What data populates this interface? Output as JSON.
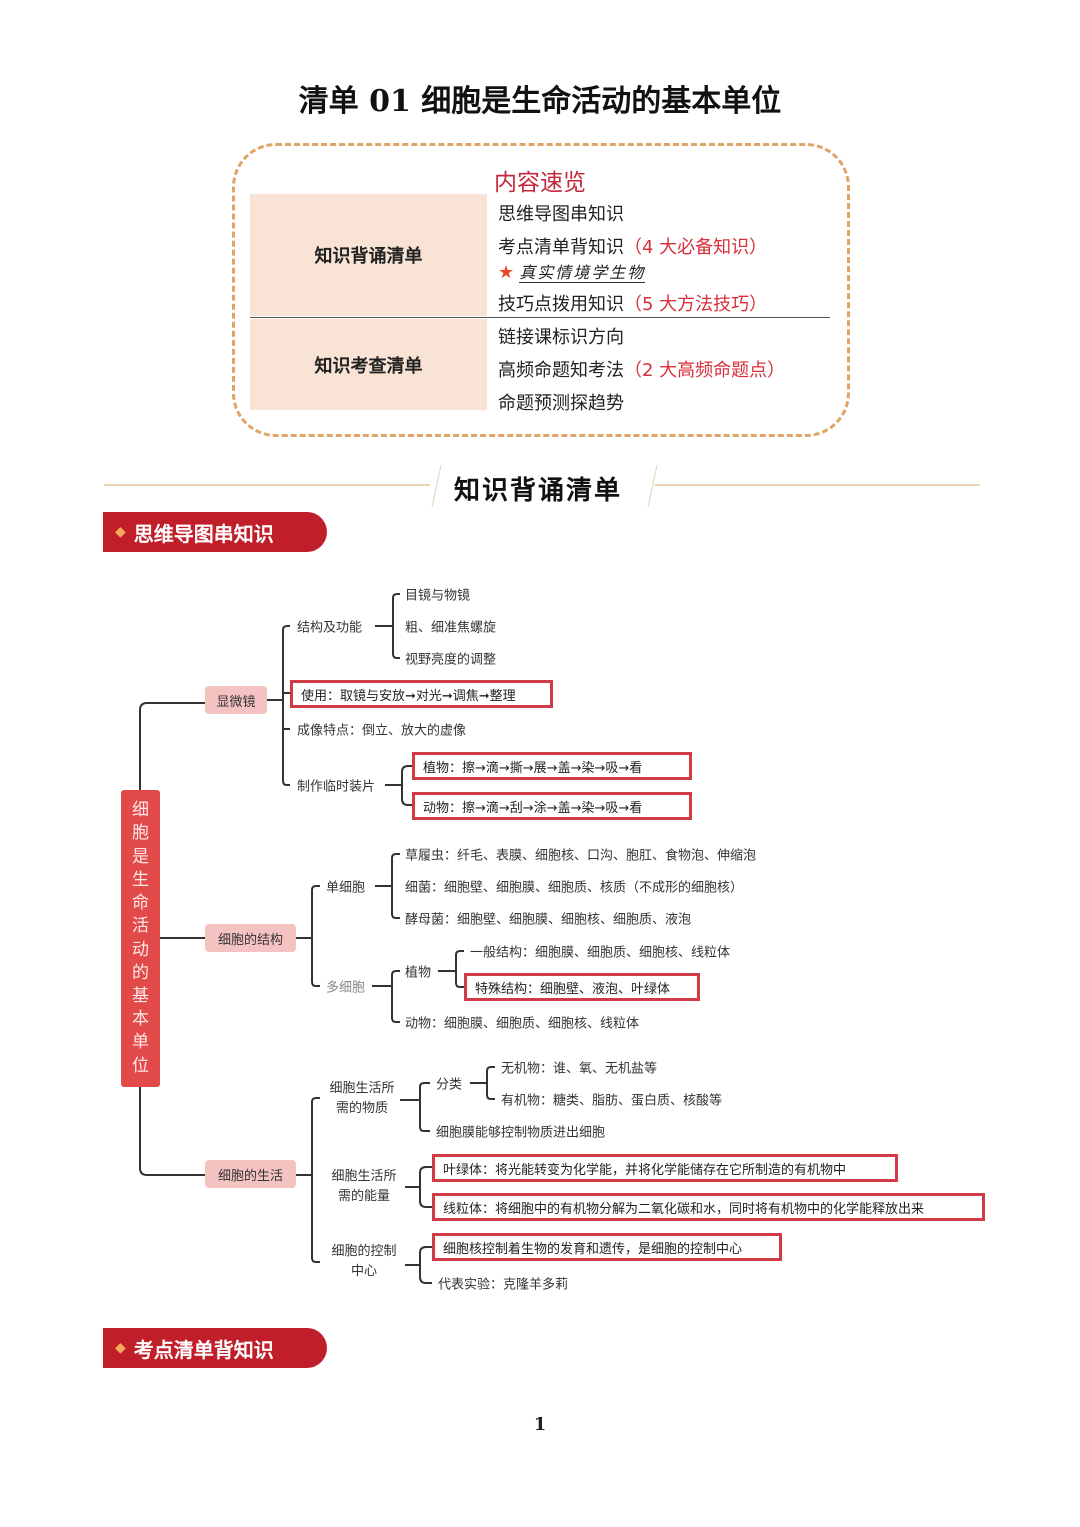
{
  "title": "清单 01  细胞是生命活动的基本单位",
  "overview": {
    "heading": "内容速览",
    "groups": [
      {
        "label": "知识背诵清单",
        "items": [
          {
            "text": "思维导图串知识",
            "note": ""
          },
          {
            "text": "考点清单背知识",
            "note": "（4 大必备知识）"
          },
          {
            "text": "真实情境学生物",
            "note": "",
            "icon": "star-icon"
          },
          {
            "text": "技巧点拨用知识",
            "note": "（5 大方法技巧）"
          }
        ]
      },
      {
        "label": "知识考查清单",
        "items": [
          {
            "text": "链接课标识方向",
            "note": ""
          },
          {
            "text": "高频命题知考法",
            "note": "（2 大高频命题点）"
          },
          {
            "text": "命题预测探趋势",
            "note": ""
          }
        ]
      }
    ]
  },
  "section_title": "知识背诵清单",
  "banners": [
    "思维导图串知识",
    "考点清单背知识"
  ],
  "mindmap": {
    "root": [
      "细",
      "胞",
      "是",
      "生",
      "命",
      "活",
      "动",
      "的",
      "基",
      "本",
      "单",
      "位"
    ],
    "microscope": {
      "label": "显微镜",
      "structure": "结构及功能",
      "structure_items": [
        "目镜与物镜",
        "粗、细准焦螺旋",
        "视野亮度的调整"
      ],
      "use": "使用：取镜与安放➞对光➞调焦➞整理",
      "imaging": "成像特点：倒立、放大的虚像",
      "slides": "制作临时装片",
      "slide_items": [
        "植物：擦→滴→撕→展→盖→染→吸→看",
        "动物：擦→滴→刮→涂→盖→染→吸→看"
      ]
    },
    "structure": {
      "label": "细胞的结构",
      "single": "单细胞",
      "single_items": [
        "草履虫：纤毛、表膜、细胞核、口沟、胞肛、食物泡、伸缩泡",
        "细菌：细胞壁、细胞膜、细胞质、核质（不成形的细胞核）",
        "酵母菌：细胞壁、细胞膜、细胞核、细胞质、液泡"
      ],
      "multi": "多细胞",
      "plant": "植物",
      "plant_items": [
        "一般结构：细胞膜、细胞质、细胞核、线粒体",
        "特殊结构：细胞壁、液泡、叶绿体"
      ],
      "animal": "动物：细胞膜、细胞质、细胞核、线粒体"
    },
    "life": {
      "label": "细胞的生活",
      "matter": [
        "细胞生活所",
        "需的物质"
      ],
      "classify": "分类",
      "classify_items": [
        "无机物：谁、氧、无机盐等",
        "有机物：糖类、脂肪、蛋白质、核酸等"
      ],
      "membrane": "细胞膜能够控制物质进出细胞",
      "energy": [
        "细胞生活所",
        "需的能量"
      ],
      "energy_items": [
        "叶绿体：将光能转变为化学能，并将化学能储存在它所制造的有机物中",
        "线粒体：将细胞中的有机物分解为二氧化碳和水，同时将有机物中的化学能释放出来"
      ],
      "control": [
        "细胞的控制",
        "中心"
      ],
      "control_items": [
        "细胞核控制着生物的发育和遗传，是细胞的控制中心",
        "代表实验：克隆羊多莉"
      ]
    }
  },
  "page_number": "1",
  "colors": {
    "accent_red": "#c01f2a",
    "node_pink": "#f5c2c2",
    "root_red": "#e24a4a",
    "box_border": "#d03a44",
    "dash_orange": "#e0a466",
    "cell_beige": "#f8e3d5"
  }
}
